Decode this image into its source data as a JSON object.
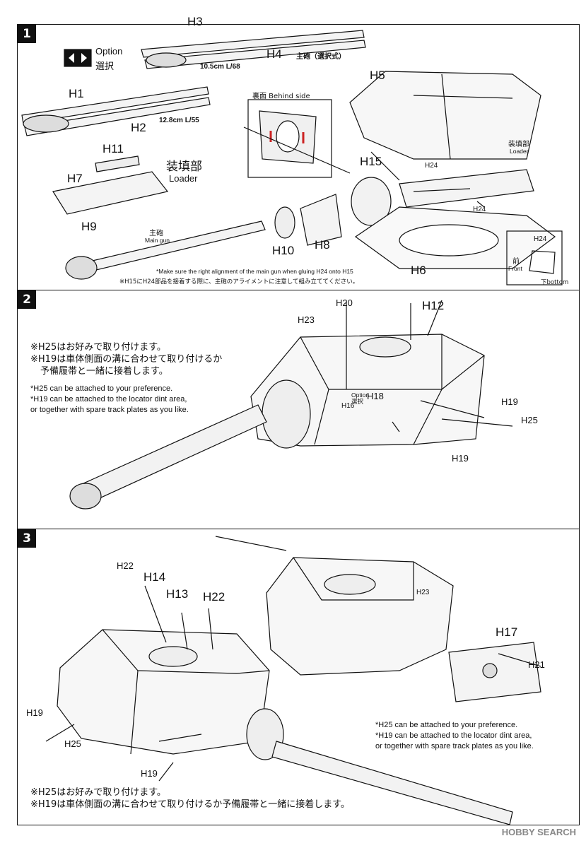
{
  "steps": [
    "1",
    "2",
    "3"
  ],
  "step1": {
    "option_en": "Option",
    "option_jp": "選択",
    "main_gun_option": "主砲（選択式）",
    "gun_105": "10.5cm L/68",
    "gun_128": "12.8cm L/55",
    "behind_side": "裏面 Behind side",
    "loader_jp": "装填部",
    "loader_en": "Loader",
    "loader_small_jp": "装填部",
    "loader_small_en": "Loader",
    "main_gun_jp": "主砲",
    "main_gun_en": "Main gun",
    "front_jp": "前",
    "front_en": "Front",
    "bottom": "下bottom",
    "note_en": "*Make sure the right alignment of the main gun when gluing H24 onto H15",
    "note_jp": "※H15にH24部品を接着する際に、主砲のアライメントに注意して組み立ててください。",
    "parts": [
      "H3",
      "H4",
      "H5",
      "H1",
      "H2",
      "H11",
      "H7",
      "H9",
      "H15",
      "H24",
      "H24",
      "H10",
      "H8",
      "H6",
      "H24"
    ]
  },
  "step2": {
    "jp_note_1": "※H25はお好みで取り付けます。",
    "jp_note_2": "※H19は車体側面の溝に合わせて取り付けるか",
    "jp_note_3": "予備履帯と一緒に接着します。",
    "en_note_1": "*H25 can be attached to your preference.",
    "en_note_2": "*H19 can be attached to the locator dint area,",
    "en_note_3": "or together with spare track plates as you like.",
    "option_en": "Option",
    "option_jp": "選択",
    "parts": [
      "H20",
      "H12",
      "H23",
      "H18",
      "H16",
      "H19",
      "H25",
      "H19"
    ]
  },
  "step3": {
    "en_note_1": "*H25 can be attached to your preference.",
    "en_note_2": "*H19 can be attached to the locator dint area,",
    "en_note_3": "or together with spare track plates as you like.",
    "jp_note_1": "※H25はお好みで取り付けます。",
    "jp_note_2": "※H19は車体側面の溝に合わせて取り付けるか予備履帯と一緒に接着します。",
    "parts": [
      "H22",
      "H14",
      "H13",
      "H22",
      "H23",
      "H17",
      "H21",
      "H19",
      "H25",
      "H19"
    ]
  },
  "watermark": "HOBBY SEARCH"
}
